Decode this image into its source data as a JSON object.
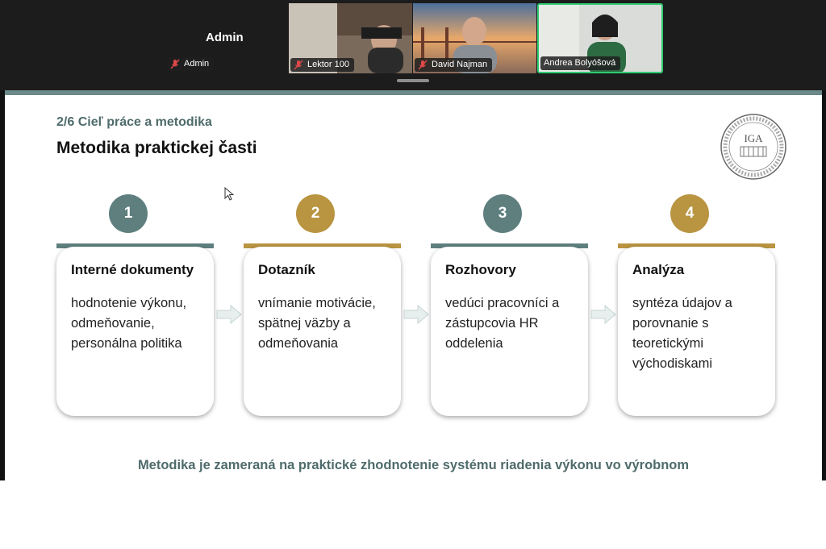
{
  "meeting": {
    "host_label": "Admin",
    "participants": [
      {
        "name": "Admin",
        "muted": true
      },
      {
        "name": "Lektor 100",
        "muted": true
      },
      {
        "name": "David Najman",
        "muted": true
      },
      {
        "name": "Andrea Bolyóšová",
        "muted": false,
        "active_speaker": true
      }
    ]
  },
  "slide": {
    "subtitle": "2/6  Cieľ práce a metodika",
    "title": "Metodika praktickej časti",
    "logo_text": "IGA",
    "steps": [
      {
        "number": "1",
        "title": "Interné dokumenty",
        "body": "hodnotenie výkonu, odmeňovanie, personálna politika",
        "color": "#5f7f7f"
      },
      {
        "number": "2",
        "title": "Dotazník",
        "body": "vnímanie motivácie, spätnej väzby a odmeňovania",
        "color": "#b99441"
      },
      {
        "number": "3",
        "title": "Rozhovory",
        "body": "vedúci pracovníci a zástupcovia HR oddelenia",
        "color": "#5f7f7f"
      },
      {
        "number": "4",
        "title": "Analýza",
        "body": "syntéza údajov a porovnanie s teoretickými východiskami",
        "color": "#b99441"
      }
    ],
    "bottom_text": "Metodika je zameraná na praktické zhodnotenie systému riadenia výkonu vo výrobnom"
  },
  "colors": {
    "topbar_bg": "#1c1c1c",
    "teal": "#5f7f7f",
    "gold": "#b99441",
    "active_speaker_border": "#2ecc71"
  }
}
